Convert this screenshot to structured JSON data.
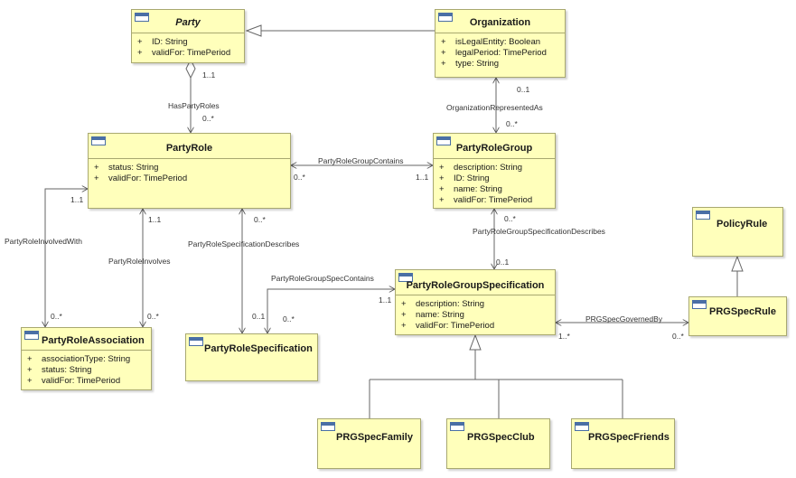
{
  "classes": {
    "party": {
      "name": "Party",
      "attrs": [
        {
          "vis": "+",
          "text": "ID: String"
        },
        {
          "vis": "+",
          "text": "validFor: TimePeriod"
        }
      ]
    },
    "organization": {
      "name": "Organization",
      "attrs": [
        {
          "vis": "+",
          "text": "isLegalEntity: Boolean"
        },
        {
          "vis": "+",
          "text": "legalPeriod: TimePeriod"
        },
        {
          "vis": "+",
          "text": "type: String"
        }
      ]
    },
    "partyRole": {
      "name": "PartyRole",
      "attrs": [
        {
          "vis": "+",
          "text": "status: String"
        },
        {
          "vis": "+",
          "text": "validFor: TimePeriod"
        }
      ]
    },
    "partyRoleGroup": {
      "name": "PartyRoleGroup",
      "attrs": [
        {
          "vis": "+",
          "text": "description: String"
        },
        {
          "vis": "+",
          "text": "ID: String"
        },
        {
          "vis": "+",
          "text": "name: String"
        },
        {
          "vis": "+",
          "text": "validFor: TimePeriod"
        }
      ]
    },
    "policyRule": {
      "name": "PolicyRule"
    },
    "prgSpec": {
      "name": "PartyRoleGroupSpecification",
      "attrs": [
        {
          "vis": "+",
          "text": "description: String"
        },
        {
          "vis": "+",
          "text": "name: String"
        },
        {
          "vis": "+",
          "text": "validFor: TimePeriod"
        }
      ]
    },
    "prgSpecRule": {
      "name": "PRGSpecRule"
    },
    "partyRoleAssociation": {
      "name": "PartyRoleAssociation",
      "attrs": [
        {
          "vis": "+",
          "text": "associationType: String"
        },
        {
          "vis": "+",
          "text": "status: String"
        },
        {
          "vis": "+",
          "text": "validFor: TimePeriod"
        }
      ]
    },
    "partyRoleSpecification": {
      "name": "PartyRoleSpecification"
    },
    "prgSpecFamily": {
      "name": "PRGSpecFamily"
    },
    "prgSpecClub": {
      "name": "PRGSpecClub"
    },
    "prgSpecFriends": {
      "name": "PRGSpecFriends"
    }
  },
  "labels": {
    "hasPartyRoles": "HasPartyRoles",
    "hasPartyRoles_m1": "1..1",
    "hasPartyRoles_m2": "0..*",
    "orgRepresentedAs": "OrganizationRepresentedAs",
    "orgRepresentedAs_m1": "0..1",
    "orgRepresentedAs_m2": "0..*",
    "prgContains": "PartyRoleGroupContains",
    "prgContains_m1": "0..*",
    "prgContains_m2": "1..1",
    "prgSpecDescribes": "PartyRoleGroupSpecificationDescribes",
    "prgSpecDescribes_m1": "0..*",
    "prgSpecDescribes_m2": "0..1",
    "involvedWith": "PartyRoleInvolvedWith",
    "involvedWith_m1": "1..1",
    "involvedWith_m2": "0..*",
    "involves": "PartyRoleInvolves",
    "involves_m1": "1..1",
    "involves_m2": "0..*",
    "specDescribes": "PartyRoleSpecificationDescribes",
    "specDescribes_m1": "0..*",
    "specDescribes_m2": "0..1",
    "specContains": "PartyRoleGroupSpecContains",
    "specContains_m1": "1..1",
    "specContains_m2": "0..*",
    "governedBy": "PRGSpecGovernedBy",
    "governedBy_m1": "1..*",
    "governedBy_m2": "0..*"
  }
}
